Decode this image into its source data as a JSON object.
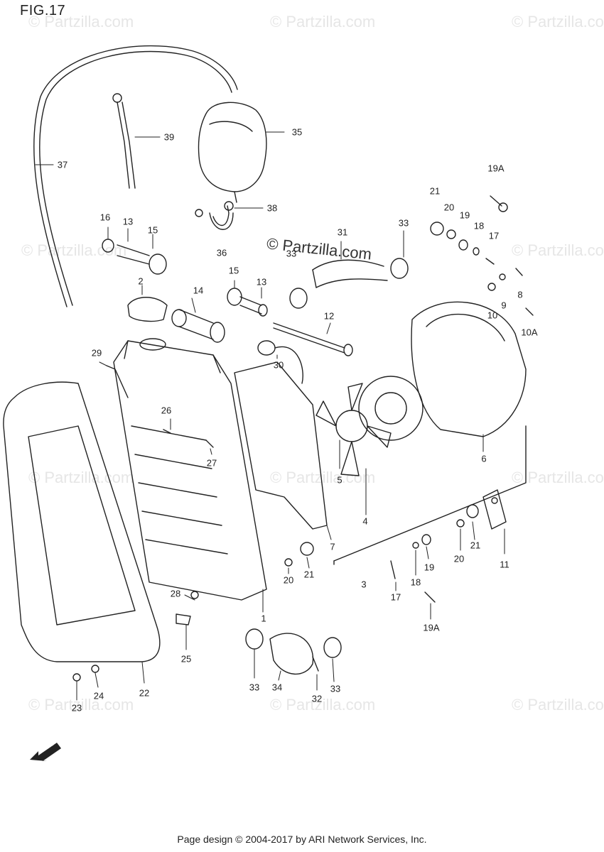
{
  "figure": {
    "title": "FIG.17"
  },
  "watermark": {
    "text": "© Partzilla.com"
  },
  "footer": {
    "text": "Page design © 2004-2017 by ARI Network Services, Inc."
  },
  "fwd_label": "FWD",
  "callouts": [
    "35",
    "39",
    "37",
    "38",
    "36",
    "16",
    "13",
    "15",
    "2",
    "14",
    "15",
    "13",
    "31",
    "33",
    "33",
    "21",
    "20",
    "19",
    "18",
    "17",
    "19A",
    "8",
    "9",
    "10",
    "10A",
    "12",
    "30",
    "29",
    "26",
    "27",
    "5",
    "4",
    "7",
    "3",
    "6",
    "11",
    "21",
    "20",
    "19",
    "18",
    "17",
    "20",
    "21",
    "28",
    "1",
    "19A",
    "25",
    "33",
    "34",
    "32",
    "33",
    "22",
    "23",
    "24"
  ]
}
